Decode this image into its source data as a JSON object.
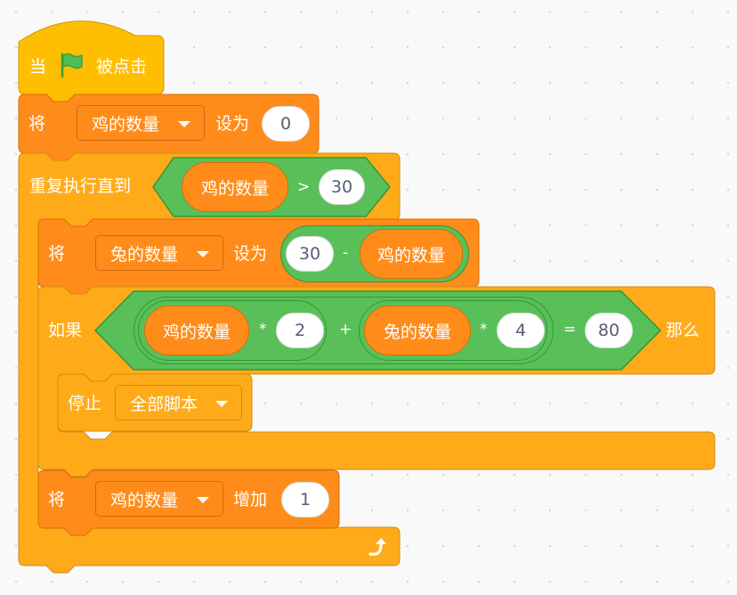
{
  "colors": {
    "events": "#ffbf00",
    "variables": "#ff8c1a",
    "control": "#ffab19",
    "operators": "#59c059",
    "flag": "#4cbf56"
  },
  "hat": {
    "when_label": "当",
    "flag_icon": "green-flag-icon",
    "clicked_label": "被点击"
  },
  "set_chicken": {
    "verb": "将",
    "variable": "鸡的数量",
    "to_label": "设为",
    "value": "0"
  },
  "repeat_until": {
    "label": "重复执行直到",
    "condition": {
      "left_reporter": "鸡的数量",
      "operator": ">",
      "right_value": "30"
    },
    "loop_icon": "repeat-arrow-icon"
  },
  "set_rabbit": {
    "verb": "将",
    "variable": "兔的数量",
    "to_label": "设为",
    "expr": {
      "left_value": "30",
      "operator": "-",
      "right_reporter": "鸡的数量"
    }
  },
  "if_block": {
    "if_label": "如果",
    "then_label": "那么",
    "condition": {
      "chicken_reporter": "鸡的数量",
      "mul1": "*",
      "chicken_legs": "2",
      "plus": "+",
      "rabbit_reporter": "兔的数量",
      "mul2": "*",
      "rabbit_legs": "4",
      "eq": "=",
      "total": "80"
    }
  },
  "stop_block": {
    "label": "停止",
    "option": "全部脚本"
  },
  "change_chicken": {
    "verb": "将",
    "variable": "鸡的数量",
    "by_label": "增加",
    "value": "1"
  }
}
